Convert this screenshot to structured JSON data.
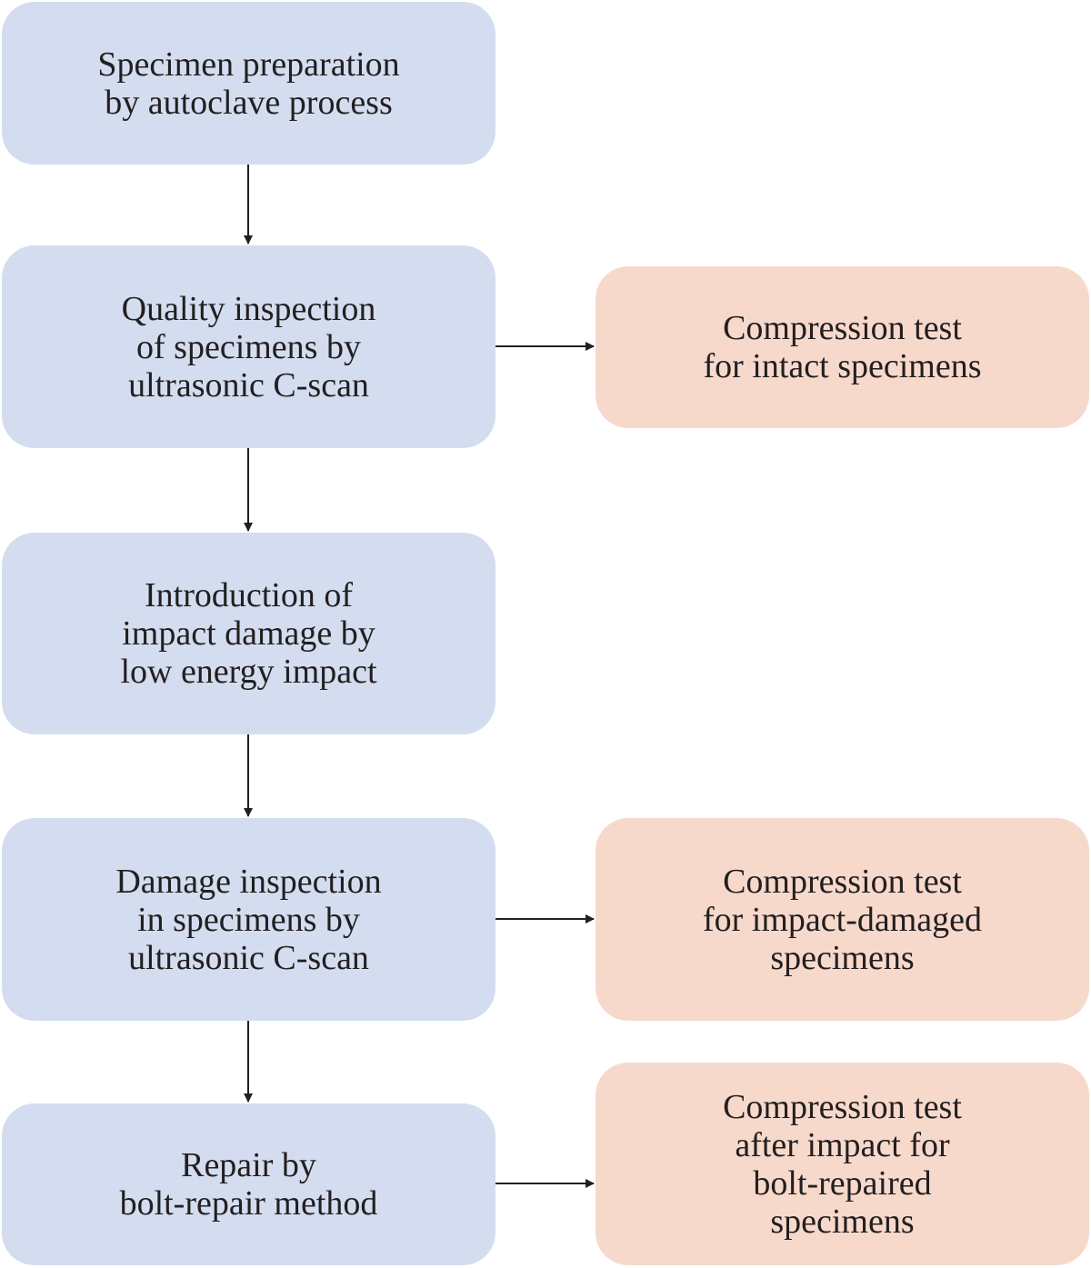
{
  "colors": {
    "process_box": "#d3ddef",
    "test_box": "#f7d9cc",
    "arrow": "#231f20",
    "text": "#231f20"
  },
  "steps": [
    {
      "lines": [
        "Specimen preparation",
        "by autoclave process"
      ]
    },
    {
      "lines": [
        "Quality inspection",
        "of specimens by",
        "ultrasonic C-scan"
      ]
    },
    {
      "lines": [
        "Introduction of",
        "impact damage by",
        "low energy impact"
      ]
    },
    {
      "lines": [
        "Damage inspection",
        "in specimens by",
        "ultrasonic C-scan"
      ]
    },
    {
      "lines": [
        "Repair by",
        "bolt-repair method"
      ]
    }
  ],
  "tests": [
    {
      "lines": [
        "Compression test",
        "for intact specimens"
      ]
    },
    {
      "lines": [
        "Compression test",
        "for impact-damaged",
        "specimens"
      ]
    },
    {
      "lines": [
        "Compression test",
        "after impact for",
        "bolt-repaired",
        "specimens"
      ]
    }
  ]
}
